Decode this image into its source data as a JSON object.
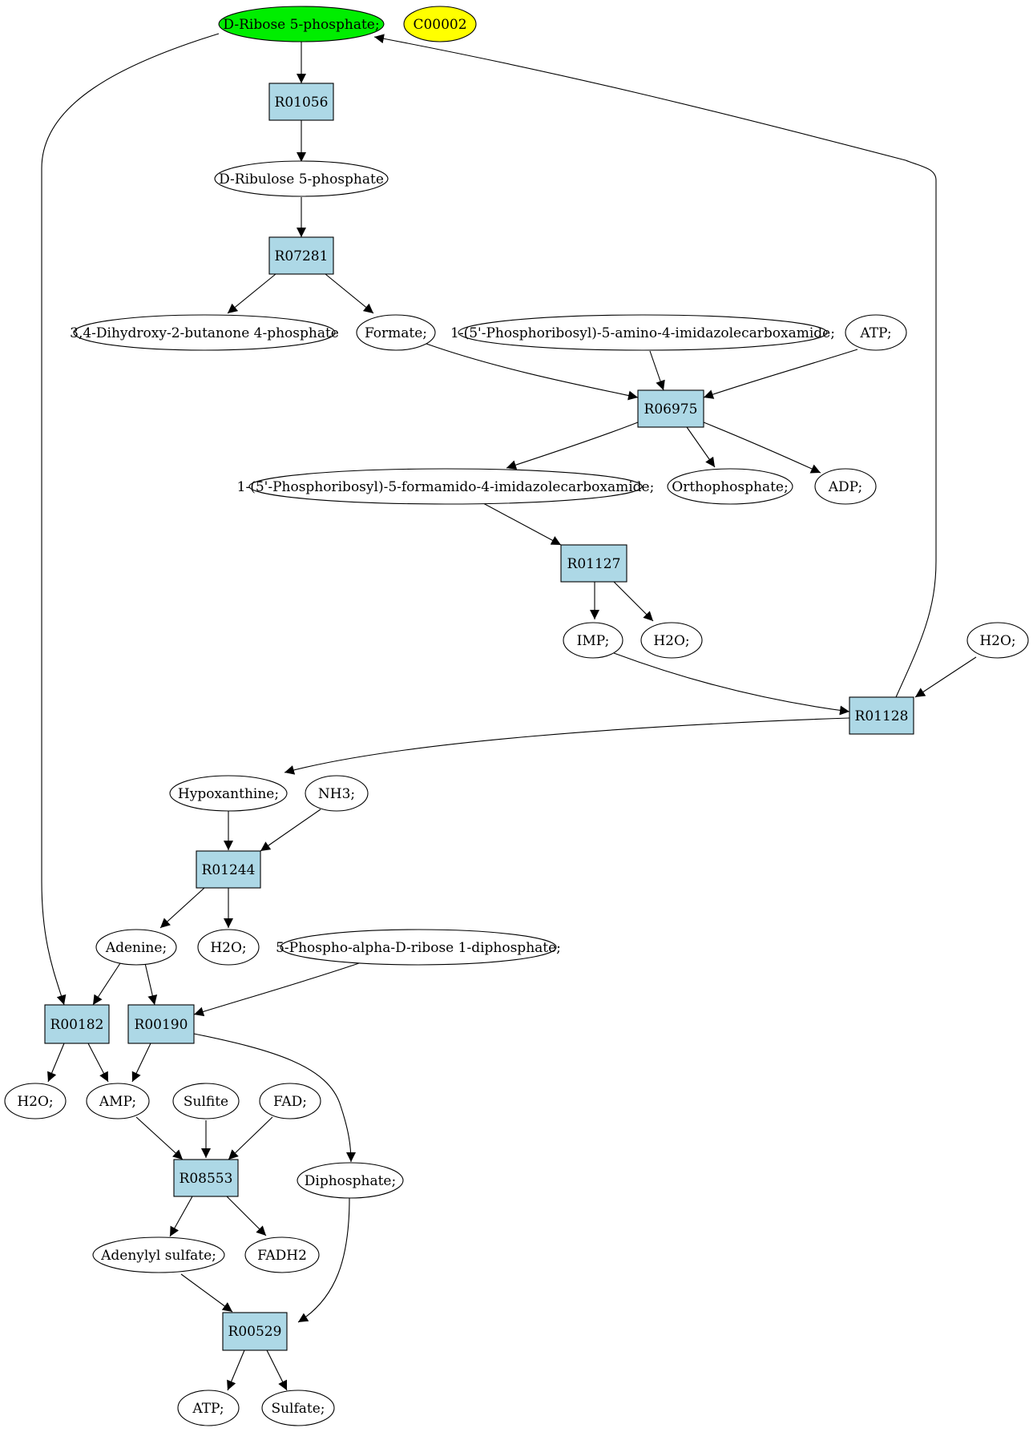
{
  "colors": {
    "compound_fill": "#ffffff",
    "start_fill": "#00ee00",
    "target_fill": "#ffff00",
    "reaction_fill": "#add8e6"
  },
  "compounds": {
    "c_r5p": "D-Ribose 5-phosphate;",
    "c_c00002": "C00002",
    "c_ru5p": "D-Ribulose 5-phosphate",
    "c_dhbp": "3,4-Dihydroxy-2-butanone 4-phosphate",
    "c_formate": "Formate;",
    "c_aicar": "1-(5'-Phosphoribosyl)-5-amino-4-imidazolecarboxamide;",
    "c_atp1": "ATP;",
    "c_faicar": "1-(5'-Phosphoribosyl)-5-formamido-4-imidazolecarboxamide;",
    "c_pi": "Orthophosphate;",
    "c_adp": "ADP;",
    "c_imp": "IMP;",
    "c_h2o_a": "H2O;",
    "c_h2o_b": "H2O;",
    "c_hypox": "Hypoxanthine;",
    "c_nh3": "NH3;",
    "c_adenine": "Adenine;",
    "c_h2o_c": "H2O;",
    "c_prpp": "5-Phospho-alpha-D-ribose 1-diphosphate;",
    "c_h2o_d": "H2O;",
    "c_amp": "AMP;",
    "c_sulfite": "Sulfite",
    "c_fad": "FAD;",
    "c_ppi": "Diphosphate;",
    "c_aps": "Adenylyl sulfate;",
    "c_fadh2": "FADH2",
    "c_atp2": "ATP;",
    "c_sulfate": "Sulfate;"
  },
  "reactions": {
    "r_R01056": "R01056",
    "r_R07281": "R07281",
    "r_R06975": "R06975",
    "r_R01127": "R01127",
    "r_R01128": "R01128",
    "r_R01244": "R01244",
    "r_R00182": "R00182",
    "r_R00190": "R00190",
    "r_R08553": "R08553",
    "r_R00529": "R00529"
  }
}
